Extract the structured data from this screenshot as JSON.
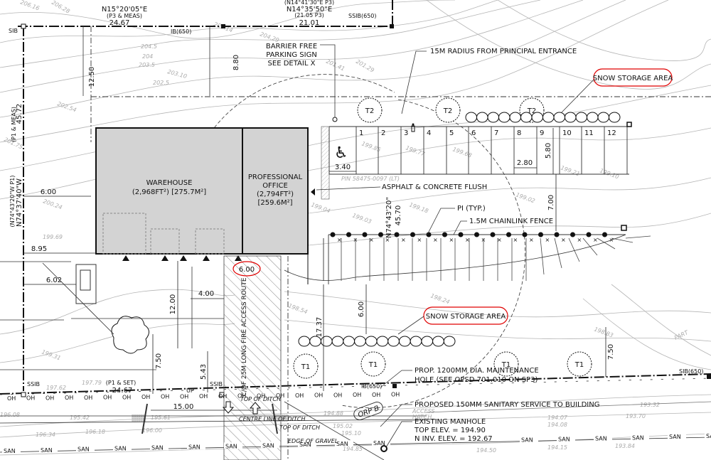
{
  "bearings": {
    "top_left": {
      "bearing": "N15°20'05\"E",
      "ref": "(P3 & MEAS)",
      "distance": "24.67"
    },
    "top_right": {
      "bearing_ref": "(N14°41'30\"E P3)",
      "bearing": "N14°35'50\"E",
      "ref": "(21.05 P3)",
      "distance": "21.01"
    },
    "left": {
      "ref_distance": "(P1 & MEAS)",
      "distance": "45.72",
      "ref_bearing": "(N74°43'20\"W P1)",
      "bearing": "N74°37'40\"W"
    },
    "bottom": {
      "ref": "(P1 & SET)",
      "distance": "24.67"
    },
    "middle": {
      "bearing": "N74°43'20\"",
      "distance": "45.70"
    }
  },
  "markers": {
    "sib": "SIB",
    "ib650": "IB(650)",
    "ssib650": "SSIB(650)",
    "ssib": "SSIB",
    "sib650": "SIB(650)",
    "up": "UP"
  },
  "buildings": {
    "warehouse": {
      "name": "WAREHOUSE",
      "area": "(2,968FT²) [275.7M²]"
    },
    "office": {
      "name_1": "PROFESSIONAL",
      "name_2": "OFFICE",
      "area_1": "(2,794FT²)",
      "area_2": "[259.6M²]"
    }
  },
  "notes": {
    "barrier_free": [
      "BARRIER FREE",
      "PARKING SIGN",
      "SEE DETAIL X"
    ],
    "radius": "15M RADIUS FROM PRINCIPAL ENTRANCE",
    "snow_storage_1": "SNOW STORAGE AREA",
    "snow_storage_2": "SNOW STORAGE AREA",
    "asphalt": "ASPHALT & CONCRETE FLUSH",
    "pi": "PI (TYP.)",
    "fence": "1.5M CHAINLINK FENCE",
    "pin": "PIN 58475-0097 (LT)",
    "fire_route": "C/OF 25M LONG FIRE ACCESS ROUTE",
    "maintenance_hole": [
      "PROP. 1200MM DIA. MAINTENANCE",
      "HOLE (SEE OPSD 701.010 ON SP3)"
    ],
    "sanitary": "PROPOSED 150MM SANITARY SERVICE TO BUILDING",
    "manhole": [
      "EXISTING MANHOLE",
      "TOP ELEV. = 194.90",
      "N INV. ELEV. = 192.67"
    ],
    "top_of_ditch_1": "TOP OF DITCH",
    "centre_ditch": "CENTRE LINE OF DITCH",
    "top_of_ditch_2": "TOP OF DITCH",
    "edge_gravel": "EDGE OF GRAVEL",
    "access_hatch": [
      "ACCESS",
      "HATCH"
    ],
    "orp": "ORP B",
    "part": "PART"
  },
  "dimensions": {
    "d1250": "12.50",
    "d880": "8.80",
    "d600_left": "6.00",
    "d895": "8.95",
    "d602": "6.02",
    "d600_red": "6.00",
    "d400": "4.00",
    "d1200": "12.00",
    "d750": "7.50",
    "d543": "5.43",
    "d1500": "15.00",
    "d340": "3.40",
    "d280": "2.80",
    "d580": "5.80",
    "d700": "7.00",
    "d600_mid": "6.00",
    "d1737": "17.37",
    "d750_right": "7.50"
  },
  "parking_stalls": [
    "1",
    "2",
    "3",
    "4",
    "5",
    "6",
    "7",
    "8",
    "9",
    "10",
    "11",
    "12"
  ],
  "trees": {
    "t2": "T2",
    "t1": "T1"
  },
  "san_label": "SAN",
  "oh_label": "OH",
  "elevations": [
    "205.14",
    "204.29",
    "204.5",
    "204",
    "203.5",
    "203.10",
    "202.5",
    "201.41",
    "201.29",
    "199.85",
    "199.77",
    "199.68",
    "199.21",
    "199.10",
    "199.04",
    "199.18",
    "199.02",
    "199.03",
    "198.24",
    "197.79",
    "197.62",
    "199.31",
    "195.42",
    "196.18",
    "195.02",
    "194.88",
    "194.07",
    "194.08",
    "193.70",
    "193.84",
    "194.15",
    "194.85",
    "194.50",
    "196.34",
    "206.16",
    "206.28",
    "202.54",
    "201.75",
    "200.24",
    "199.69",
    "198.54",
    "198.83",
    "195.61",
    "196.00",
    "193.32",
    "195.10",
    "196.08"
  ],
  "colors": {
    "building_fill": "#d3d3d3",
    "revision_cloud": "#e00000",
    "contour": "#b5b5b5",
    "linework": "#111111"
  }
}
